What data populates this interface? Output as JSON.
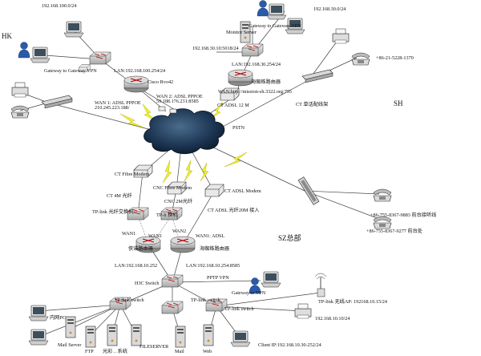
{
  "regions": {
    "hk": "HK",
    "sh": "SH",
    "sz": "SZ总部"
  },
  "cloud": {
    "pstn": "PSTN"
  },
  "hk": {
    "subnet_top": "192.168.100.0/24",
    "vpn_client": "Gateway to Gateway VPN",
    "lan": "LAN:192.168.100.254/24",
    "router": "Cisco Rvo42",
    "wan1": "WAN 1: ADSL PPPOE",
    "wan1_ip": "210.245.223.188/",
    "wan2": "WAN 2: ADSL PPPOE",
    "wan2_ip": "59.188.176.231:8585"
  },
  "sh": {
    "subnet_top": "192.168.30.0/24",
    "vpn": "Gateway to Gateway VPN",
    "monitor_server": "Monitor Server",
    "monitor_ip": "192.168.30.10:5018/24",
    "lan": "LAN:192.168.30.254/24",
    "router": "海蜘蛛路由器",
    "wan": "WAN:http://mission-sh.3322.org:755",
    "adsl": "CT ADSL 12 M",
    "phone": "+86-21-5228-1370",
    "switchboard": "CT 单话配线架"
  },
  "sz": {
    "ct_fibre_modem": "CT Fibre Modem",
    "cnc_fibre_modem": "CNC Fibre Modem",
    "ct_adsl_modem": "CT ADSL Modem",
    "ct_4m": "CT 4M 光纤",
    "cnc_2m": "CNC 2M光纤",
    "ct_adsl_20m": "CT ADSL 光纤20M 接入",
    "tplink_fibre_switch": "TP-link 光纤交换机",
    "tplink_switch_mid": "TP-li      换机",
    "wan1_a": "WAN1",
    "wan1_b": "WAN1",
    "wan2": "WAN2",
    "wan1_adsl": "WAN1: ADSL",
    "router_left": "侠诺路由器",
    "router_right": "海蜘蛛路由器",
    "lan_left": "LAN:192.168.10.252",
    "lan_right": "LAN:192.168.10.254:8585",
    "phone1": "+86-755-8367-9883 前台接听线",
    "phone2": "+86-755-8367-9277 前台处",
    "h3c_switch": "H3C Switch",
    "pptp_vpn": "PPTP VPN",
    "gateway_vpn": "Gateway to     VPN",
    "tplink_switch_left": "TP-link switch",
    "tplink_switch_mid2": "TP-link switch",
    "tplink_switch_right": "TP-link switch",
    "wireless_ap": "TP-link 无线AP: 192168.10.15/24",
    "printer_ip": "192.168.10.10/24",
    "client_ip": "Client IP:192.168.10.30-252/24",
    "pc": "内网PC",
    "mail_server": "Mail Server",
    "ftp": "FTP",
    "files_system": "光彩 .. 系统",
    "fileserver": "FILESERVER",
    "mail": "Mail",
    "web": "Web"
  }
}
